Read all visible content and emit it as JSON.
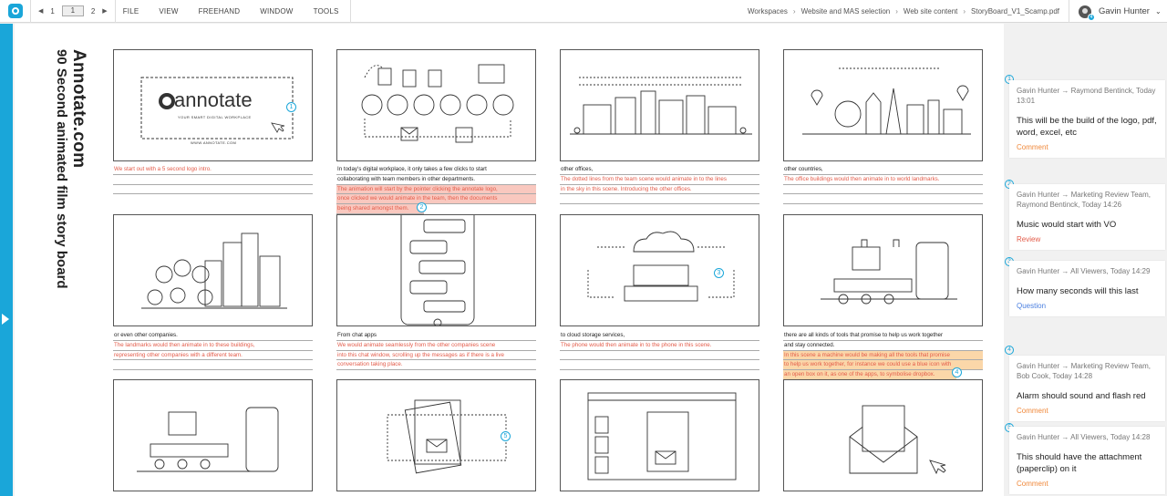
{
  "app": {
    "name": "annotate"
  },
  "pager": {
    "prev_icon": "chevron-left-icon",
    "page_first": "1",
    "page_current": "1",
    "page_next": "2",
    "next_icon": "chevron-right-icon"
  },
  "menu": [
    "FILE",
    "VIEW",
    "FREEHAND",
    "WINDOW",
    "TOOLS"
  ],
  "breadcrumb": [
    "Workspaces",
    "Website and MAS selection",
    "Web site content",
    "StoryBoard_V1_Scamp.pdf"
  ],
  "breadcrumb_separator": "›",
  "user": {
    "name": "Gavin Hunter",
    "badge": "4"
  },
  "document": {
    "title": "Annotate.com",
    "subtitle": "90 Second animated film story board",
    "logo_text": "annotate",
    "logo_tagline": "YOUR SMART DIGITAL WORKPLACE",
    "logo_url": "WWW.ANNOTATE.COM",
    "panels": [
      {
        "notes": [
          {
            "text": "We start out with a 5 second logo intro.",
            "style": "red"
          },
          {
            "text": "",
            "style": "black"
          },
          {
            "text": "",
            "style": "black"
          }
        ]
      },
      {
        "notes": [
          {
            "text": "In today's digital workplace, it only takes a few clicks to start",
            "style": "black"
          },
          {
            "text": "collaborating with team members in other departments.",
            "style": "black"
          },
          {
            "text": "The animation will start by the pointer clicking the annotate logo,",
            "style": "red-hl"
          },
          {
            "text": "once clicked we would animate in the team, then the documents",
            "style": "red-hl"
          },
          {
            "text": "being shared amongst them.",
            "style": "red-hl"
          }
        ]
      },
      {
        "notes": [
          {
            "text": "other offices,",
            "style": "black"
          },
          {
            "text": "The dotted lines from the team scene would animate in to the lines",
            "style": "red"
          },
          {
            "text": "in the sky in this scene. Introducing the other offices.",
            "style": "red"
          },
          {
            "text": "",
            "style": "black"
          }
        ]
      },
      {
        "notes": [
          {
            "text": "other countries,",
            "style": "black"
          },
          {
            "text": "The office buildings would then animate in to world landmarks.",
            "style": "red"
          },
          {
            "text": "",
            "style": "black"
          },
          {
            "text": "",
            "style": "black"
          }
        ]
      },
      {
        "notes": [
          {
            "text": "or even other companies.",
            "style": "black"
          },
          {
            "text": "The landmarks would then animate in to these buildings,",
            "style": "red"
          },
          {
            "text": "representing other companies with a different team.",
            "style": "red"
          },
          {
            "text": "",
            "style": "black"
          }
        ]
      },
      {
        "notes": [
          {
            "text": "From chat apps",
            "style": "black"
          },
          {
            "text": "We would animate seamlessly from the other companies scene",
            "style": "red"
          },
          {
            "text": "into this chat window, scrolling up the messages as if there is a live",
            "style": "red"
          },
          {
            "text": "conversation taking place.",
            "style": "red"
          }
        ]
      },
      {
        "notes": [
          {
            "text": "to cloud storage services,",
            "style": "black"
          },
          {
            "text": "The phone would then animate in to the phone in this scene.",
            "style": "red"
          },
          {
            "text": "",
            "style": "black"
          },
          {
            "text": "",
            "style": "black"
          }
        ]
      },
      {
        "notes": [
          {
            "text": "there are all kinds of tools that promise to help us work together",
            "style": "black"
          },
          {
            "text": "and stay connected.",
            "style": "black"
          },
          {
            "text": "In this scene a machine would be making all the tools that promise",
            "style": "orange-hl"
          },
          {
            "text": "to help us work together, for instance we could use a blue icon with",
            "style": "orange-hl"
          },
          {
            "text": "an open box on it, as one of the apps, to symbolise dropbox.",
            "style": "orange-hl"
          }
        ]
      }
    ],
    "markers": [
      "1",
      "2",
      "3",
      "4",
      "5"
    ]
  },
  "comments": [
    {
      "marker": "1",
      "who": "Gavin Hunter → Raymond Bentinck, Today 13:01",
      "body": "This will be the build of the logo, pdf, word, excel, etc",
      "tag": "Comment",
      "tag_color": "#f0883a"
    },
    {
      "marker": "2",
      "who": "Gavin Hunter → Marketing Review Team, Raymond Bentinck, Today 14:26",
      "body": "Music would start with VO",
      "tag": "Review",
      "tag_color": "#e35b49"
    },
    {
      "marker": "3",
      "who": "Gavin Hunter → All Viewers, Today 14:29",
      "body": "How many seconds will this last",
      "tag": "Question",
      "tag_color": "#4a7fe0"
    },
    {
      "marker": "4",
      "who": "Gavin Hunter → Marketing Review Team, Bob Cook, Today 14:28",
      "body": "Alarm should sound and flash red",
      "tag": "Comment",
      "tag_color": "#f0883a"
    },
    {
      "marker": "5",
      "who": "Gavin Hunter → All Viewers, Today 14:28",
      "body": "This should have the attachment (paperclip) on it",
      "tag": "Comment",
      "tag_color": "#f0883a"
    }
  ],
  "colors": {
    "accent": "#1aa6d9",
    "note_red": "#e35b49",
    "highlight_red": "#f9c8bf",
    "highlight_orange": "#fbd7a9"
  }
}
